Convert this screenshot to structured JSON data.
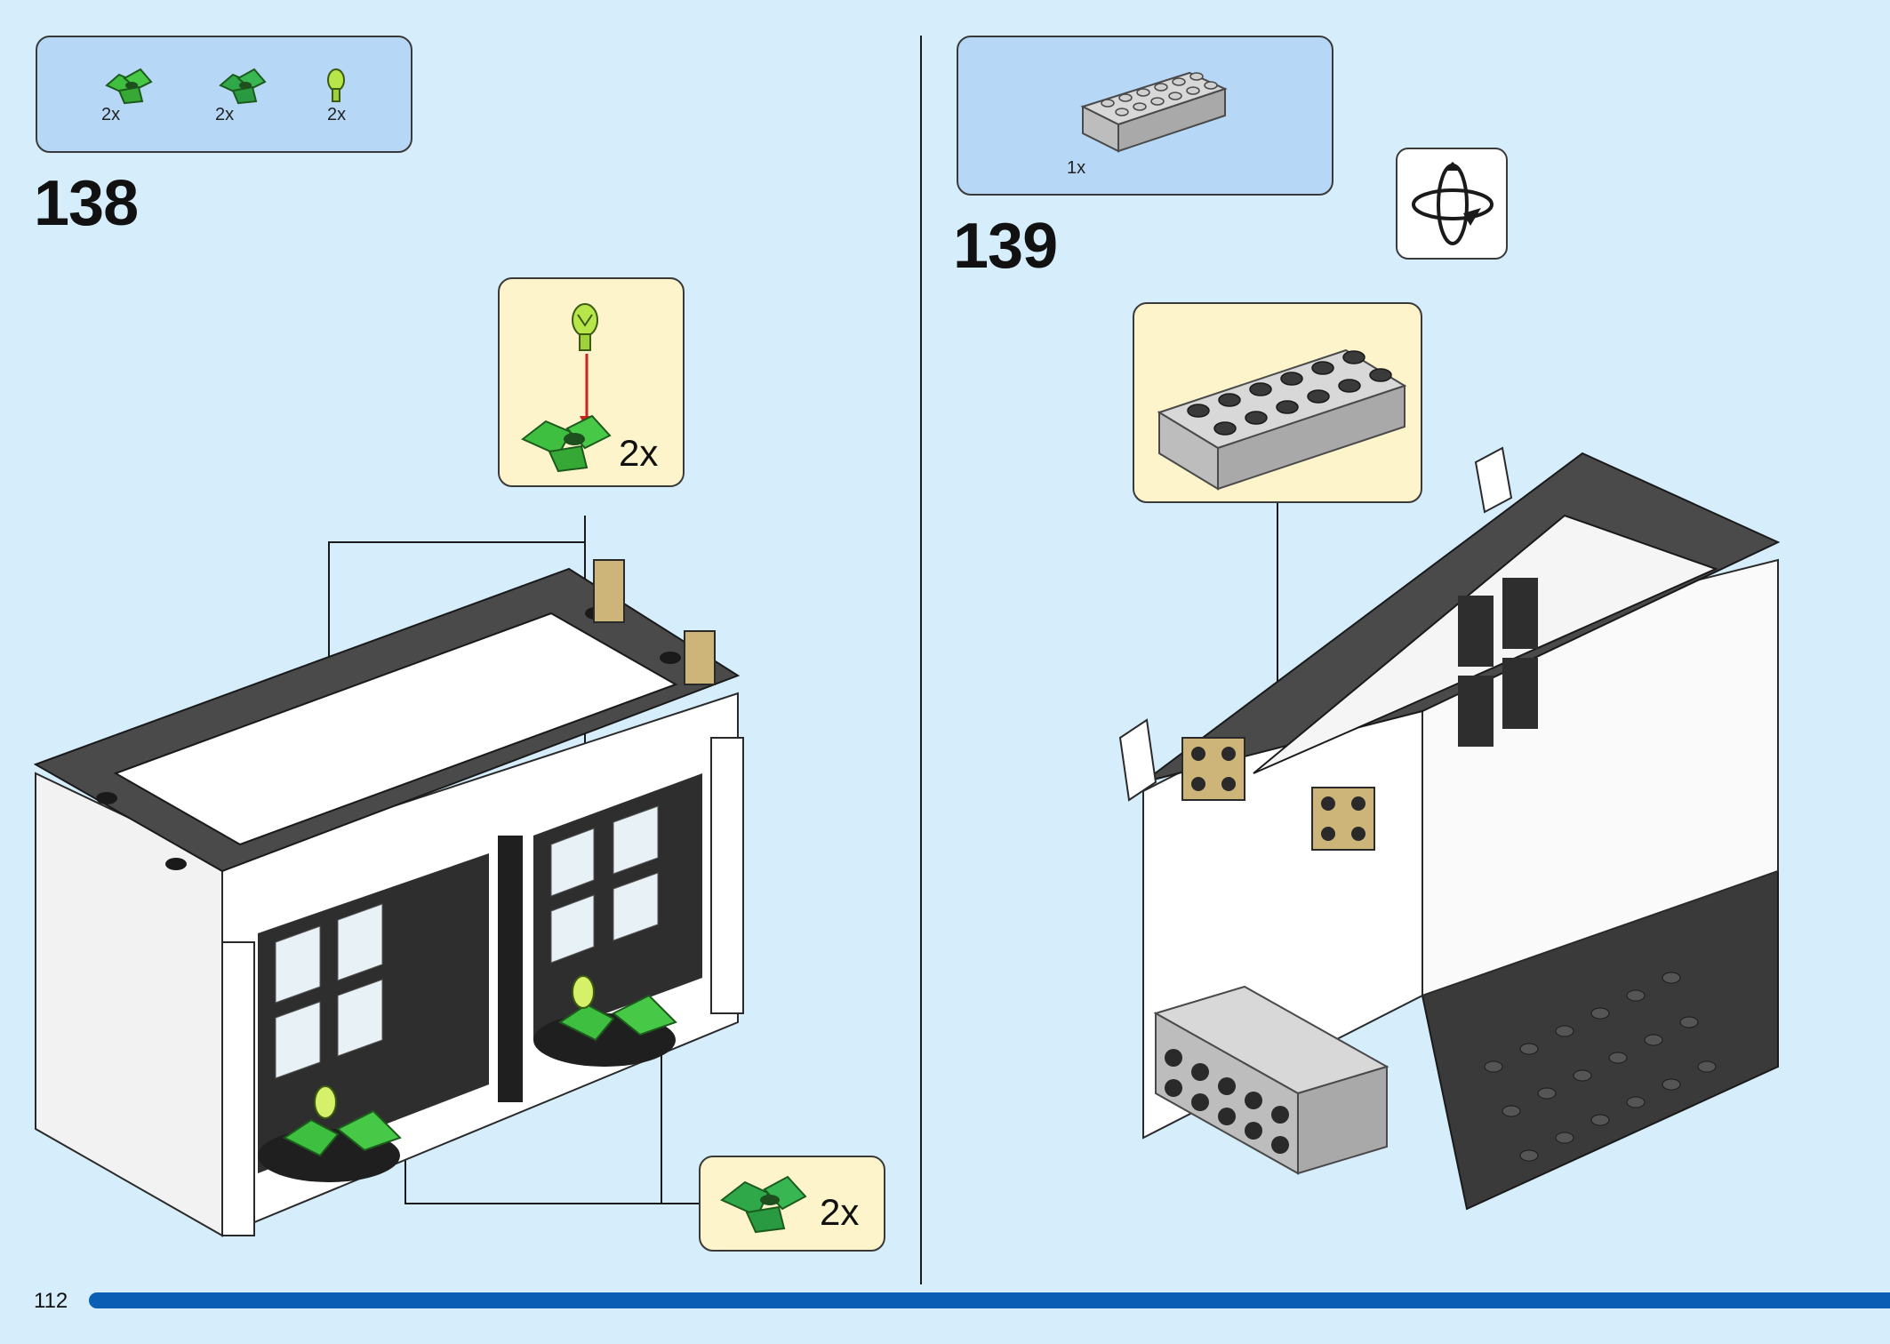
{
  "page": {
    "number": "112",
    "accent": "#0a5fb4",
    "background": "#d6eefc"
  },
  "step138": {
    "number": "138",
    "parts": [
      {
        "name": "green-leaf-plant",
        "count": "2x"
      },
      {
        "name": "green-leaf-plant",
        "count": "2x"
      },
      {
        "name": "lime-flower-bud",
        "count": "2x"
      }
    ],
    "subassembly_count": "2x",
    "plant_callout_count": "2x"
  },
  "step139": {
    "number": "139",
    "parts": [
      {
        "name": "grey-2x6-brick",
        "count": "1x"
      }
    ],
    "rotate_icon": "rotate-model-icon"
  }
}
